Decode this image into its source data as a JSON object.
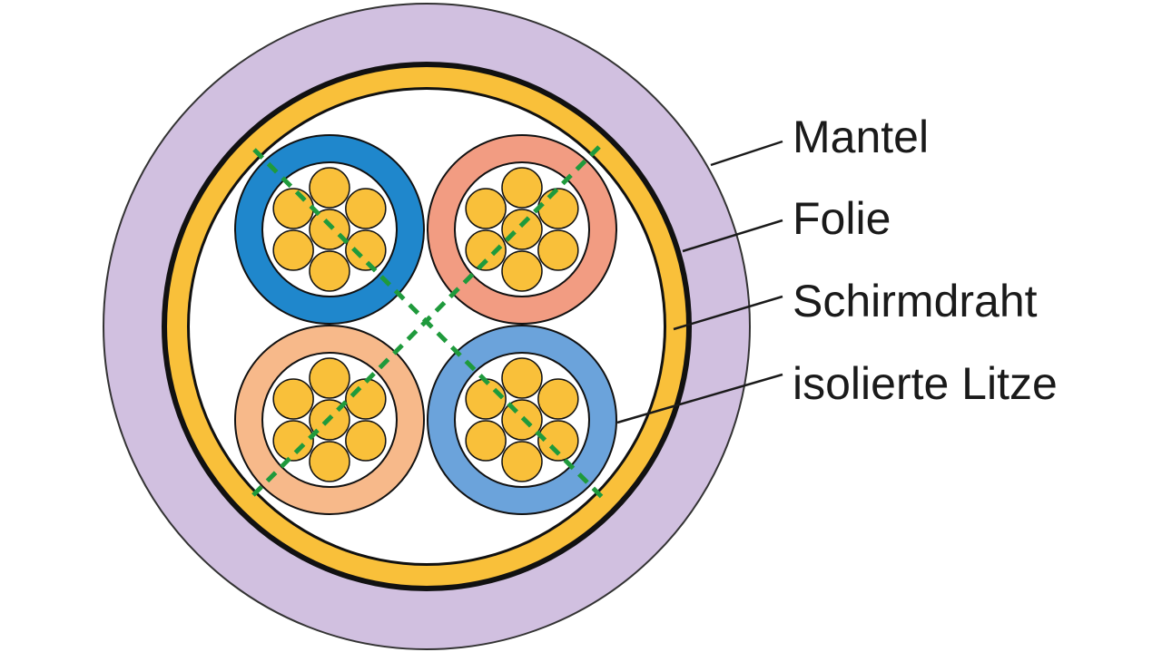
{
  "labels": {
    "jacket": "Mantel",
    "foil": "Folie",
    "drain_wire": "Schirmdraht",
    "insulated_strand": "isolierte Litze"
  },
  "colors": {
    "jacket": "#d1c0e0",
    "foil": "#f9c03a",
    "outline": "#111111",
    "drain_wire": "#1f9a3c",
    "strand": "#f9c03a",
    "insulation": [
      "#1f87cc",
      "#f29c82",
      "#f7b98a",
      "#6ba3db"
    ]
  },
  "cores": [
    {
      "name": "core-top-left",
      "insulation_color": "#1f87cc"
    },
    {
      "name": "core-top-right",
      "insulation_color": "#f29c82"
    },
    {
      "name": "core-bottom-left",
      "insulation_color": "#f7b98a"
    },
    {
      "name": "core-bottom-right",
      "insulation_color": "#6ba3db"
    }
  ],
  "strands_per_core": 7
}
